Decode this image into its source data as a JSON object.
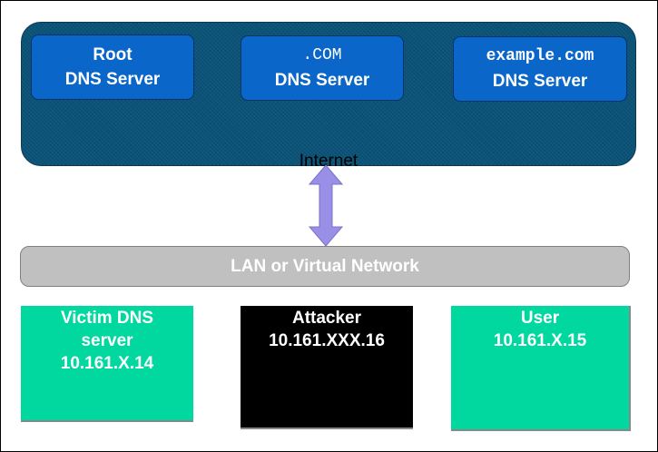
{
  "internet": {
    "label": "Internet",
    "servers": [
      {
        "line1": "Root",
        "line2": "DNS Server"
      },
      {
        "line1": ".COM",
        "line2": "DNS Server"
      },
      {
        "line1": "example.com",
        "line2": "DNS Server"
      }
    ]
  },
  "lan": {
    "label": "LAN or Virtual Network"
  },
  "hosts": {
    "victim": {
      "line1": "Victim DNS",
      "line2": "server",
      "line3": "10.161.X.14"
    },
    "attacker": {
      "line1": "Attacker",
      "line2": "10.161.XXX.16"
    },
    "user": {
      "line1": "User",
      "line2": "10.161.X.15"
    }
  },
  "colors": {
    "internet_bg": "#0a5277",
    "server_bg": "#0a66c8",
    "lan_bg": "#c0c0c0",
    "host_green": "#00d8a0",
    "attacker_bg": "#000000",
    "arrow": "#9a8fe6"
  }
}
